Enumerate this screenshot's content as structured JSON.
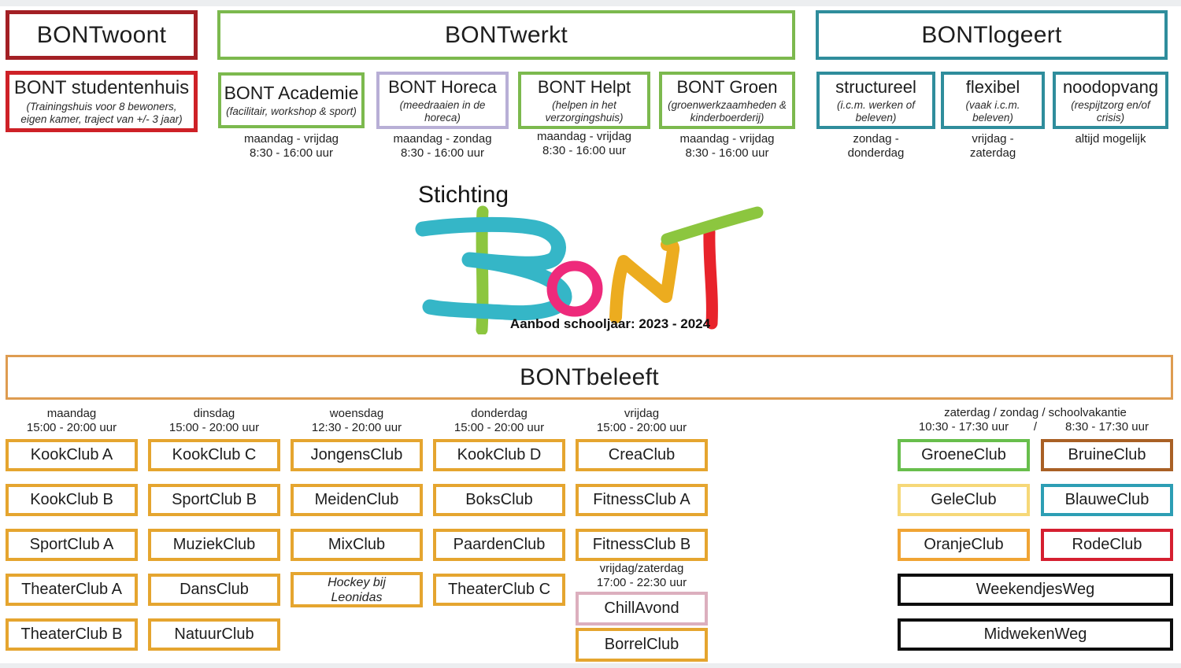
{
  "logo": {
    "stichting": "Stichting",
    "word": "BONT",
    "tagline": "Aanbod schooljaar: 2023 - 2024"
  },
  "woont": {
    "title": "BONTwoont",
    "studentenhuis": {
      "title": "BONT studentenhuis",
      "desc": "(Trainingshuis voor 8 bewoners, eigen kamer, traject van +/- 3 jaar)"
    }
  },
  "werkt": {
    "title": "BONTwerkt",
    "items": [
      {
        "title": "BONT Academie",
        "desc": "(facilitair, workshop & sport)",
        "days": "maandag - vrijdag",
        "hours": "8:30 - 16:00 uur"
      },
      {
        "title": "BONT Horeca",
        "desc": "(meedraaien in de horeca)",
        "days": "maandag - zondag",
        "hours": "8:30 - 16:00 uur"
      },
      {
        "title": "BONT Helpt",
        "desc": "(helpen in het verzorgingshuis)",
        "days": "maandag - vrijdag",
        "hours": "8:30 - 16:00 uur"
      },
      {
        "title": "BONT Groen",
        "desc": "(groenwerkzaamheden & kinderboerderij)",
        "days": "maandag - vrijdag",
        "hours": "8:30 - 16:00 uur"
      }
    ]
  },
  "logeert": {
    "title": "BONTlogeert",
    "items": [
      {
        "title": "structureel",
        "desc": "(i.c.m. werken of beleven)",
        "days_line1": "zondag -",
        "days_line2": "donderdag"
      },
      {
        "title": "flexibel",
        "desc": "(vaak i.c.m. beleven)",
        "days_line1": "vrijdag -",
        "days_line2": "zaterdag"
      },
      {
        "title": "noodopvang",
        "desc": "(respijtzorg en/of crisis)",
        "days_line1": "altijd mogelijk",
        "days_line2": ""
      }
    ]
  },
  "beleeft": {
    "title": "BONTbeleeft",
    "columns": [
      {
        "day": "maandag",
        "hours": "15:00 - 20:00 uur",
        "clubs": [
          "KookClub A",
          "KookClub B",
          "SportClub A",
          "TheaterClub A",
          "TheaterClub B"
        ]
      },
      {
        "day": "dinsdag",
        "hours": "15:00 - 20:00 uur",
        "clubs": [
          "KookClub C",
          "SportClub B",
          "MuziekClub",
          "DansClub",
          "NatuurClub"
        ]
      },
      {
        "day": "woensdag",
        "hours": "12:30 - 20:00 uur",
        "clubs": [
          "JongensClub",
          "MeidenClub",
          "MixClub",
          "Hockey bij Leonidas"
        ]
      },
      {
        "day": "donderdag",
        "hours": "15:00 - 20:00 uur",
        "clubs": [
          "KookClub D",
          "BoksClub",
          "PaardenClub",
          "TheaterClub C"
        ]
      },
      {
        "day": "vrijdag",
        "hours": "15:00 - 20:00 uur",
        "clubs": [
          "CreaClub",
          "FitnessClub A",
          "FitnessClub B"
        ]
      }
    ],
    "evening": {
      "day": "vrijdag/zaterdag",
      "hours": "17:00 - 22:30 uur",
      "clubs": [
        "ChillAvond",
        "BorrelClub"
      ]
    },
    "weekend": {
      "header": "zaterdag / zondag / schoolvakantie",
      "hours_left": "10:30 - 17:30 uur",
      "separator": "/",
      "hours_right": "8:30 - 17:30 uur",
      "left_clubs": [
        "GroeneClub",
        "GeleClub",
        "OranjeClub"
      ],
      "right_clubs": [
        "BruineClub",
        "BlauweClub",
        "RodeClub"
      ],
      "wide_items": [
        "WeekendjesWeg",
        "MidwekenWeg"
      ]
    }
  },
  "colors": {
    "darkred": "#A32025",
    "red": "#CE2127",
    "green": "#7CB94E",
    "lavender": "#B8AFD6",
    "teal": "#2F8D9C",
    "beleeft-orange": "#DE9C51",
    "gold": "#E5A52F",
    "pink": "#DCAFBE",
    "club-green": "#68BE4C",
    "club-yellow": "#F6D878",
    "club-orange": "#F0A434",
    "club-brown": "#A96025",
    "club-blue": "#2D9EB4",
    "club-red": "#D51F30",
    "black": "#0E0E0E",
    "logo-teal": "#35B6C7",
    "logo-green": "#8CC63F",
    "logo-pink": "#EE2A7B",
    "logo-yellow": "#ECAC1F",
    "logo-red": "#E8232B"
  }
}
